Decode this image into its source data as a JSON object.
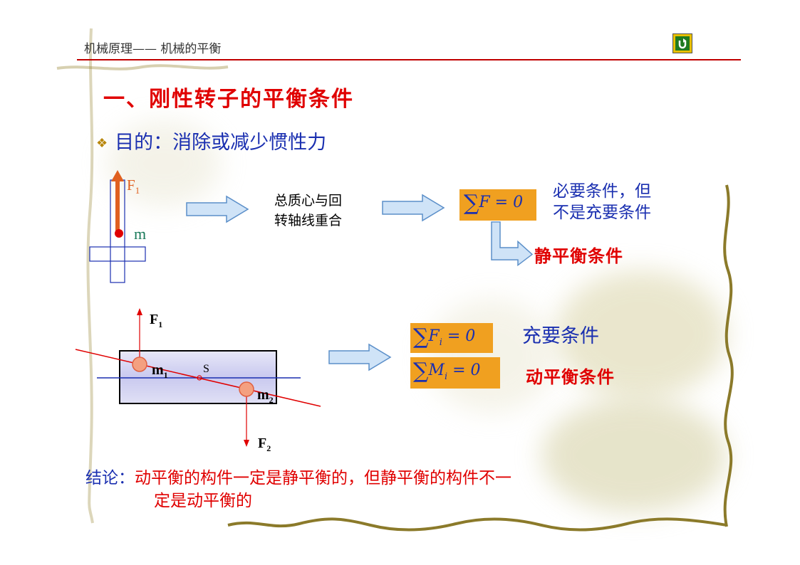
{
  "header": {
    "text": "机械原理—— 机械的平衡"
  },
  "title": "一、刚性转子的平衡条件",
  "purpose": {
    "bullet": "❖",
    "text": "目的：消除或减少惯性力"
  },
  "static": {
    "force_label": "F",
    "force_sub": "1",
    "mass_label": "m",
    "middle_line1": "总质心与回",
    "middle_line2": "转轴线重合",
    "eq_sigma": "∑",
    "eq_text": "F = 0",
    "note_line1": "必要条件，但",
    "note_line2": "不是充要条件",
    "condition": "静平衡条件"
  },
  "dynamic": {
    "f1": "F",
    "f1_sub": "1",
    "f2": "F",
    "f2_sub": "2",
    "m1": "m",
    "m1_sub": "1",
    "m2": "m",
    "m2_sub": "2",
    "s": "S",
    "eq1_sigma": "∑",
    "eq1_var": "F",
    "eq1_sub": "i",
    "eq1_rest": " = 0",
    "eq2_sigma": "∑",
    "eq2_var": "M",
    "eq2_sub": "i",
    "eq2_rest": " = 0",
    "note": "充要条件",
    "condition": "动平衡条件"
  },
  "conclusion": {
    "label": "结论：",
    "line1": "动平衡的构件一定是静平衡的，但静平衡的构件不一",
    "line2": "定是动平衡的"
  },
  "colors": {
    "red": "#e00000",
    "blue": "#1a2fb0",
    "orange": "#f0a020",
    "arrow_fill": "#cfe3f7",
    "arrow_stroke": "#5b8fc9"
  }
}
